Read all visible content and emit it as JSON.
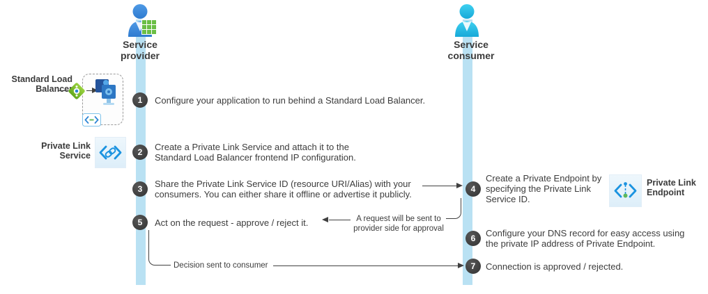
{
  "lanes": {
    "provider": {
      "label": "Service\nprovider"
    },
    "consumer": {
      "label": "Service\nconsumer"
    }
  },
  "icons": {
    "standard_load_balancer": {
      "label": "Standard Load\nBalancer"
    },
    "private_link_service": {
      "label": "Private Link\nService"
    },
    "private_link_endpoint": {
      "label": "Private Link\nEndpoint"
    }
  },
  "steps": [
    {
      "num": "1",
      "text": "Configure your application to run behind a Standard Load Balancer."
    },
    {
      "num": "2",
      "text": "Create a Private Link Service and attach it to the\nStandard Load Balancer frontend IP configuration."
    },
    {
      "num": "3",
      "text": "Share the Private Link Service ID (resource URI/Alias) with your\nconsumers. You can either share it offline or advertise it publicly."
    },
    {
      "num": "4",
      "text": "Create a Private Endpoint by\nspecifying the Private Link\nService ID."
    },
    {
      "num": "5",
      "text": "Act on the request - approve / reject it."
    },
    {
      "num": "6",
      "text": "Configure your DNS record for easy access using\nthe private IP address of Private Endpoint."
    },
    {
      "num": "7",
      "text": "Connection is approved / rejected."
    }
  ],
  "connectors": {
    "request_approval": "A request will be sent to\nprovider side for approval",
    "decision": "Decision sent to consumer"
  },
  "colors": {
    "timeline": "#b9e1f3",
    "step_badge": "#3f3f3f",
    "text": "#3c3c3c",
    "provider_person_blue": "#3e8ede",
    "consumer_person_cyan": "#2cc3e8",
    "grid_green": "#6abe45",
    "load_balancer_green": "#7ab829",
    "azure_icon_blue": "#1b93e0",
    "vm_blue": "#2d77c4",
    "icon_tile_bg": "#e9f4fb"
  }
}
